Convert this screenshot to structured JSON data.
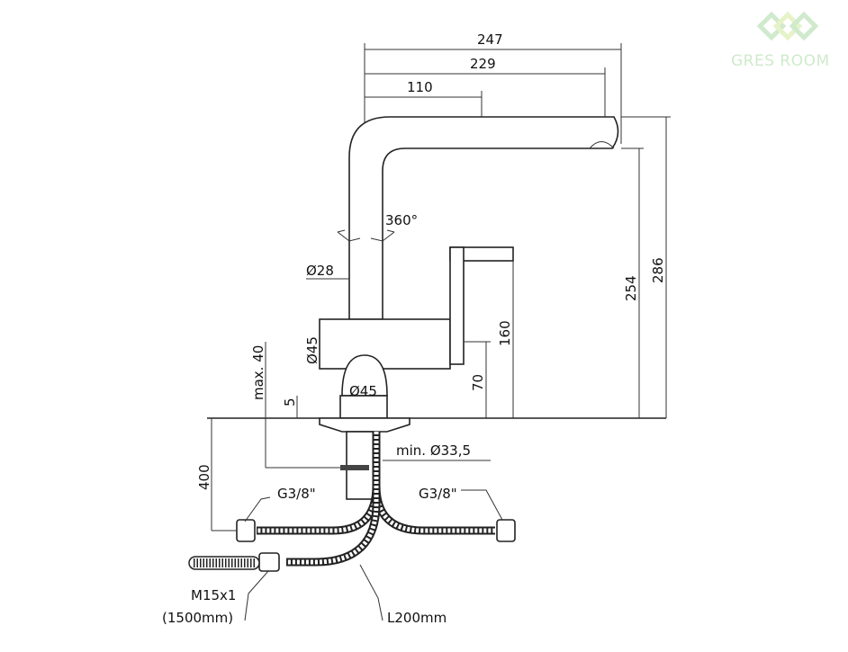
{
  "logo": {
    "text": "GRES ROOM",
    "color": "#cfeacc"
  },
  "dimensions": {
    "width_total": "247",
    "width_spout": "229",
    "width_handle": "110",
    "rotation": "360°",
    "spout_diameter": "Ø28",
    "body_diameter": "Ø45",
    "base_diameter": "Ø45",
    "deck_thickness": "max. 40",
    "gap": "5",
    "lever_height": "160",
    "body_height": "70",
    "outlet_height": "254",
    "total_height": "286",
    "hose_drop": "400",
    "hole_diameter": "min. Ø33,5",
    "connector_left": "G3/8\"",
    "connector_right": "G3/8\"",
    "pullout_thread": "M15x1",
    "pullout_length": "(1500mm)",
    "hose_length": "L200mm"
  }
}
